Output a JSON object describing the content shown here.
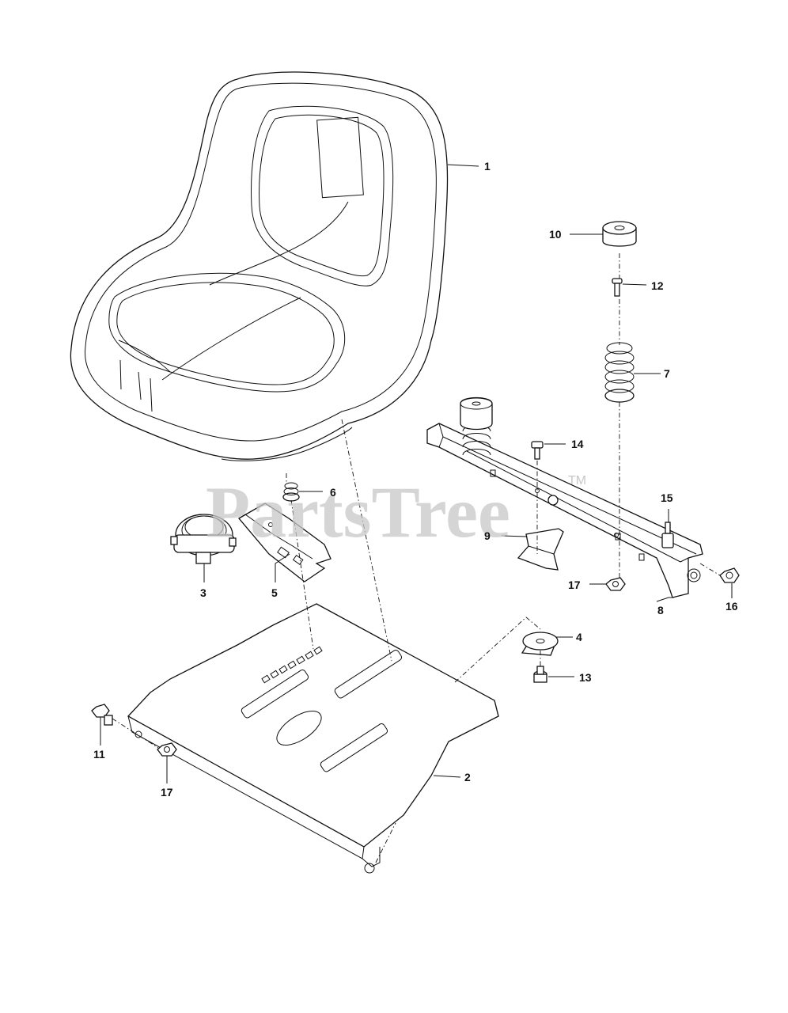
{
  "watermark": {
    "text": "PartsTree",
    "tm": "TM"
  },
  "callouts": {
    "c1": "1",
    "c2": "2",
    "c3": "3",
    "c4": "4",
    "c5": "5",
    "c6": "6",
    "c7": "7",
    "c8": "8",
    "c9": "9",
    "c10": "10",
    "c11": "11",
    "c12": "12",
    "c13": "13",
    "c14": "14",
    "c15": "15",
    "c16": "16",
    "c17a": "17",
    "c17b": "17"
  }
}
